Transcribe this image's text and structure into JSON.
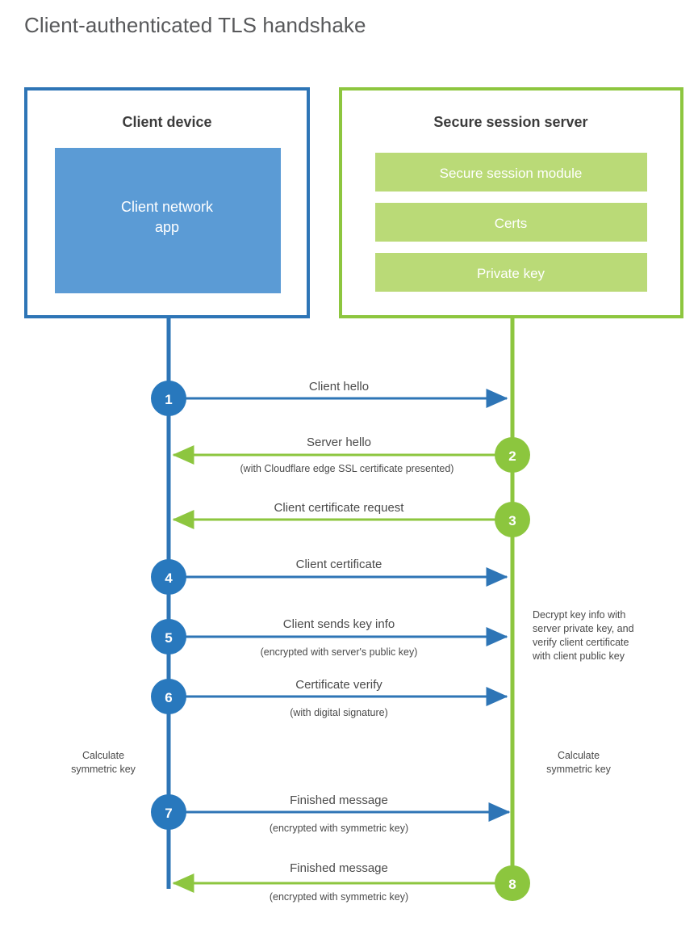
{
  "title": "Client-authenticated TLS handshake",
  "colors": {
    "client_border": "#2e75b6",
    "client_fill": "#5b9bd5",
    "client_line": "#2e75b6",
    "client_circle": "#2878bd",
    "server_border": "#8dc63f",
    "server_fill": "#bada77",
    "server_line": "#8dc63f",
    "server_circle": "#8cc63e",
    "title_color": "#58595b",
    "text_color": "#4a4a4a",
    "panel_title_color": "#3b3b3b",
    "background": "#ffffff"
  },
  "panels": {
    "client": {
      "title": "Client device",
      "inner_block": "Client network app",
      "inner_block_lines": [
        "Client network",
        "app"
      ]
    },
    "server": {
      "title": "Secure session server",
      "blocks": [
        "Secure session module",
        "Certs",
        "Private key"
      ]
    }
  },
  "steps": [
    {
      "number": "1",
      "direction": "client-to-server",
      "side": "client",
      "label": "Client hello",
      "sublabel": ""
    },
    {
      "number": "2",
      "direction": "server-to-client",
      "side": "server",
      "label": "Server hello",
      "sublabel": "(with Cloudflare edge SSL certificate presented)"
    },
    {
      "number": "3",
      "direction": "server-to-client",
      "side": "server",
      "label": "Client certificate request",
      "sublabel": ""
    },
    {
      "number": "4",
      "direction": "client-to-server",
      "side": "client",
      "label": "Client certificate",
      "sublabel": ""
    },
    {
      "number": "5",
      "direction": "client-to-server",
      "side": "client",
      "label": "Client sends key info",
      "sublabel": "(encrypted with server's public key)"
    },
    {
      "number": "6",
      "direction": "client-to-server",
      "side": "client",
      "label": "Certificate verify",
      "sublabel": "(with digital signature)"
    },
    {
      "number": "7",
      "direction": "client-to-server",
      "side": "client",
      "label": "Finished message",
      "sublabel": "(encrypted with symmetric key)"
    },
    {
      "number": "8",
      "direction": "server-to-client",
      "side": "server",
      "label": "Finished message",
      "sublabel": "(encrypted with symmetric key)"
    }
  ],
  "annotations": {
    "server_decrypt_note": {
      "lines": [
        "Decrypt key info with",
        "server private key, and",
        "verify client certificate",
        "with client public key"
      ]
    },
    "client_calculate_note": {
      "lines": [
        "Calculate",
        "symmetric key"
      ]
    },
    "server_calculate_note": {
      "lines": [
        "Calculate",
        "symmetric key"
      ]
    }
  }
}
